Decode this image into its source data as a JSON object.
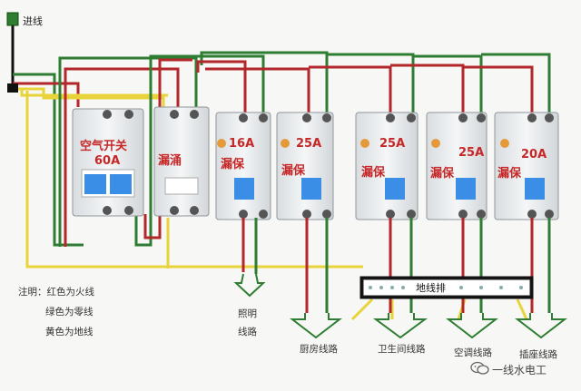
{
  "colors": {
    "fire": "#b3262a",
    "neutral": "#2e7d32",
    "earth": "#e8d43a",
    "breaker_body": "#e9ecee",
    "toggle": "#3a8ee6"
  },
  "input_label": "进线",
  "breakers": [
    {
      "id": "main",
      "line1": "空气开关",
      "line2": "60A"
    },
    {
      "id": "leak",
      "line1": "漏涌",
      "line2": ""
    },
    {
      "id": "b16",
      "line1": "16A",
      "line2": "漏保"
    },
    {
      "id": "b25a",
      "line1": "25A",
      "line2": "漏保"
    },
    {
      "id": "b25b",
      "line1": "25A",
      "line2": "漏保"
    },
    {
      "id": "b25c",
      "line1": "25A",
      "line2": "漏保"
    },
    {
      "id": "b20",
      "line1": "20A",
      "line2": "漏保"
    }
  ],
  "ground_bar_label": "地线排",
  "circuits": {
    "lighting_line1": "照明",
    "lighting_line2": "线路",
    "kitchen": "厨房线路",
    "bathroom": "卫生间线路",
    "aircon": "空调线路",
    "socket": "插座线路"
  },
  "notes": {
    "title": "注明：",
    "red": "红色为火线",
    "green": "绿色为零线",
    "yellow": "黄色为地线"
  },
  "brand": "一线水电工",
  "brand_icon": "wechat-icon"
}
